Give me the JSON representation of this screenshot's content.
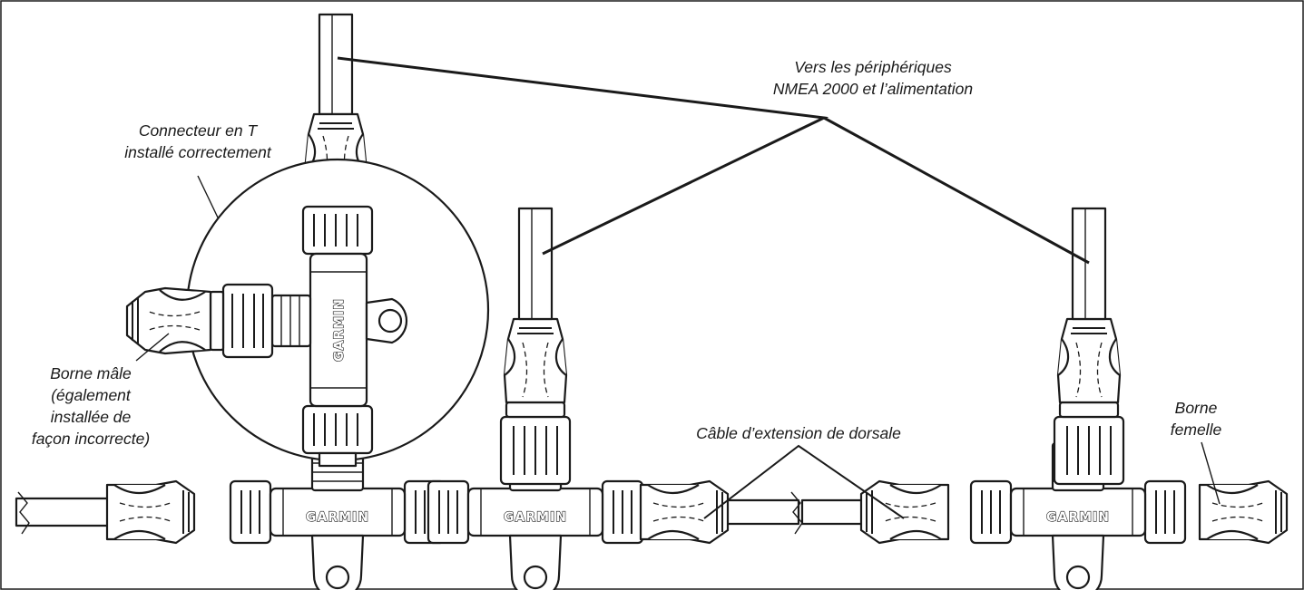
{
  "labels": {
    "devices_line1": "Vers les périphériques",
    "devices_line2": "NMEA 2000 et l’alimentation",
    "tee_line1": "Connecteur en T",
    "tee_line2": "installé correctement",
    "male_line1": "Borne mâle",
    "male_line2": "(également",
    "male_line3": "installée de",
    "male_line4": "façon incorrecte)",
    "cable_label": "Câble d’extension de dorsale",
    "female_line1": "Borne",
    "female_line2": "femelle"
  },
  "brand": {
    "t1": "GARMIN",
    "t2": "GARMIN",
    "t3": "GARMIN",
    "inset": "GARMIN"
  },
  "colors": {
    "line": "#1a1a1a",
    "background": "#ffffff"
  }
}
